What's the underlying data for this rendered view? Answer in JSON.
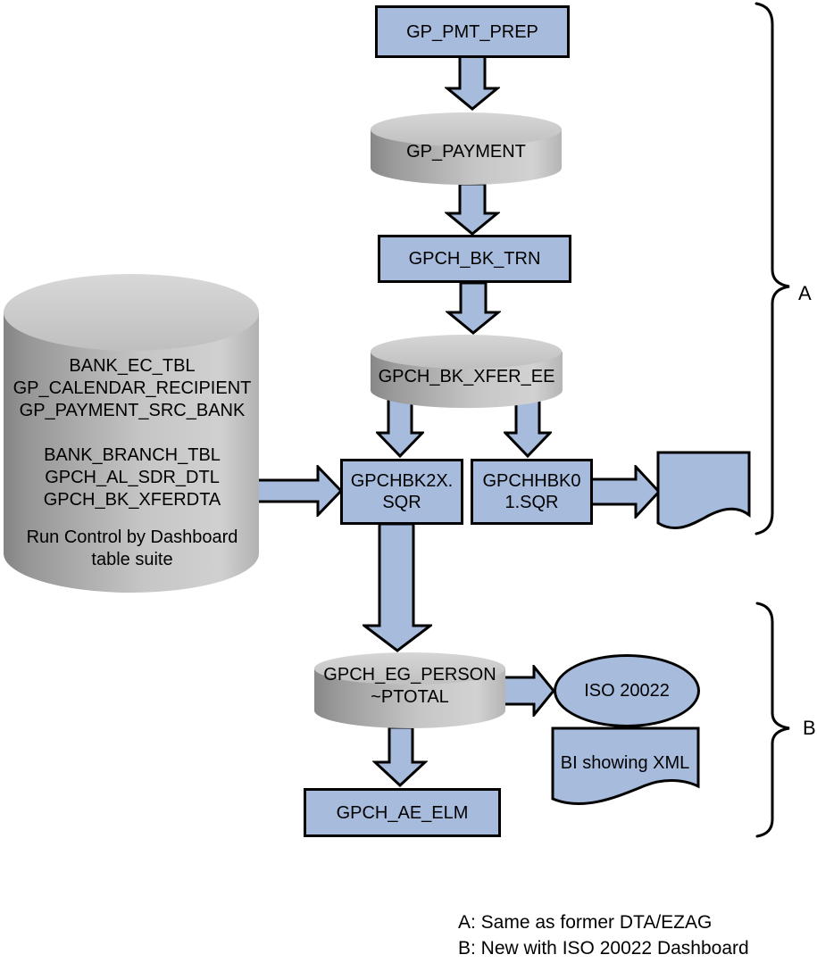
{
  "colors": {
    "node_fill": "#a7bbdd",
    "outline": "#000000",
    "cylinder_gray_dark": "#878787",
    "cylinder_gray_light": "#d2d2d2"
  },
  "nodes": {
    "gp_pmt_prep": "GP_PMT_PREP",
    "gp_payment": "GP_PAYMENT",
    "gpch_bk_trn": "GPCH_BK_TRN",
    "gpch_bk_xfer_ee": "GPCH_BK_XFER_EE",
    "gpchbk2x_line1": "GPCHBK2X.",
    "gpchbk2x_line2": "SQR",
    "gpchhbk01_line1": "GPCHHBK0",
    "gpchhbk01_line2": "1.SQR",
    "gpch_eg_person_line1": "GPCH_EG_PERSON",
    "gpch_eg_person_line2": "~PTOTAL",
    "iso_20022": "ISO 20022",
    "bi_showing_xml": "BI showing XML",
    "gpch_ae_elm": "GPCH_AE_ELM"
  },
  "source_cylinder": {
    "group1": [
      "BANK_EC_TBL",
      "GP_CALENDAR_RECIPIENT",
      "GP_PAYMENT_SRC_BANK"
    ],
    "group2": [
      "BANK_BRANCH_TBL",
      "GPCH_AL_SDR_DTL",
      "GPCH_BK_XFERDTA"
    ],
    "group3": [
      "Run Control by Dashboard",
      "table suite"
    ]
  },
  "brackets": {
    "a": "A",
    "b": "B"
  },
  "legend": {
    "line_a": "A: Same as former DTA/EZAG",
    "line_b": "B: New with ISO 20022 Dashboard"
  }
}
